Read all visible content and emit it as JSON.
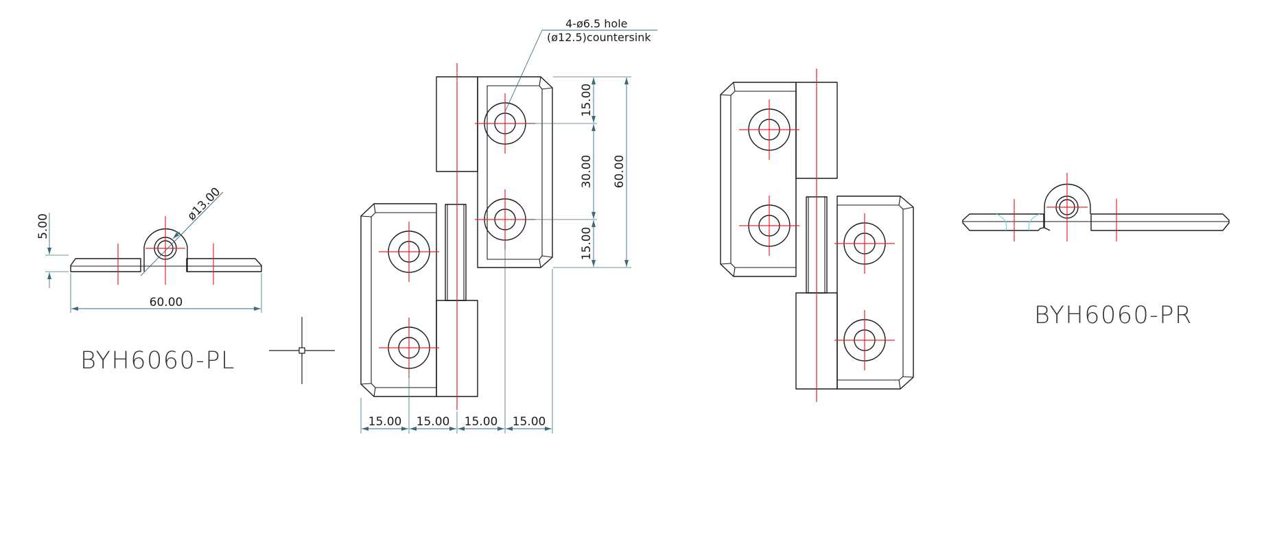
{
  "titles": {
    "left": "BYH6060-PL",
    "right": "BYH6060-PR"
  },
  "note": {
    "line1": "4-ø6.5 hole",
    "line2": "(ø12.5)countersink"
  },
  "dimensions": {
    "side_width": "60.00",
    "side_height": "5.00",
    "knuckle_dia": "ø13.00",
    "top_15": "15.00",
    "middle_30": "30.00",
    "bottom_15": "15.00",
    "overall_60": "60.00",
    "bottom_row": [
      "15.00",
      "15.00",
      "15.00",
      "15.00"
    ]
  },
  "colors": {
    "outline": "#1a1a1a",
    "centerline": "#e8202a",
    "dimension": "#3b6a80",
    "section_hatch": "#5fd7e8"
  }
}
